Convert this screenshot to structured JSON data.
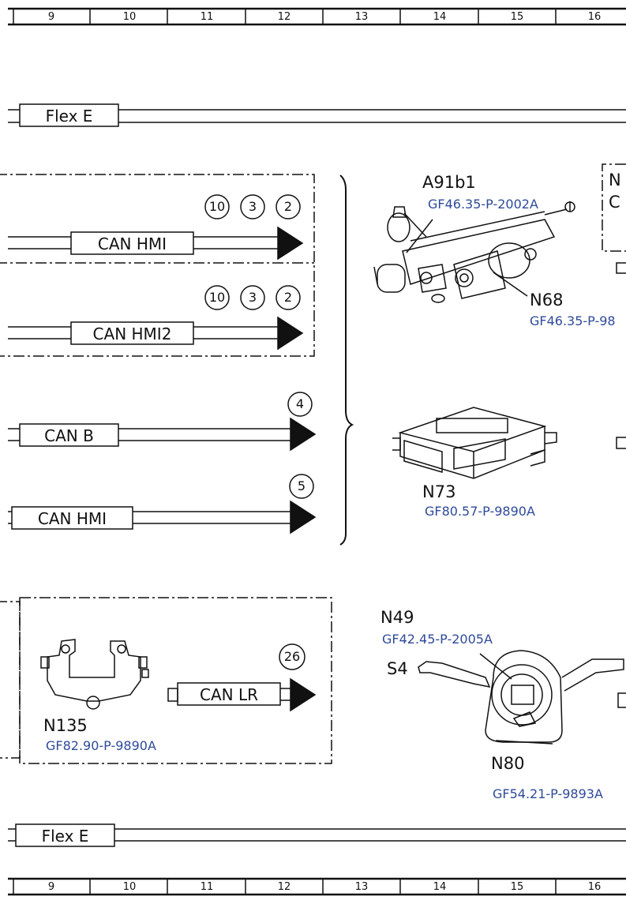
{
  "ruler": {
    "cells": [
      "9",
      "10",
      "11",
      "12",
      "13",
      "14",
      "15",
      "16"
    ]
  },
  "bus_labels": {
    "flex_top": "Flex E",
    "flex_bottom": "Flex E",
    "can_hmi_1": "CAN HMI",
    "can_hmi2": "CAN HMI2",
    "can_b": "CAN B",
    "can_hmi_2": "CAN HMI",
    "can_lr": "CAN LR"
  },
  "circles": {
    "row1": [
      "10",
      "3",
      "2"
    ],
    "row2": [
      "10",
      "3",
      "2"
    ],
    "can_b": "4",
    "can_hmi": "5",
    "can_lr": "26"
  },
  "components": {
    "a91b1": {
      "label": "A91b1",
      "ref": "GF46.35-P-2002A"
    },
    "n68": {
      "label": "N68",
      "ref": "GF46.35-P-98"
    },
    "n73": {
      "label": "N73",
      "ref": "GF80.57-P-9890A"
    },
    "n49": {
      "label": "N49",
      "ref": "GF42.45-P-2005A"
    },
    "s4": {
      "label": "S4"
    },
    "n80": {
      "label": "N80",
      "ref": "GF54.21-P-9893A"
    },
    "n135": {
      "label": "N135",
      "ref": "GF82.90-P-9890A"
    },
    "edge_n": "N",
    "edge_c": "C"
  }
}
